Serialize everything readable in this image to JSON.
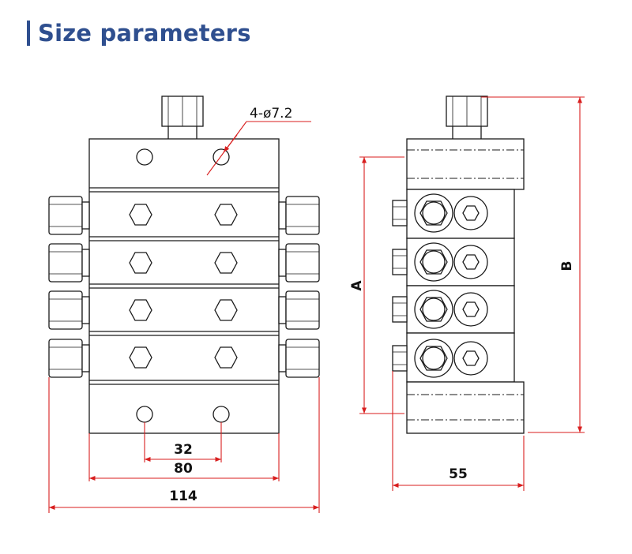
{
  "header": {
    "title": "Size parameters",
    "accent": "#2f4f8f"
  },
  "dimensions": {
    "hole_note": "4-ø7.2",
    "d32": "32",
    "d80": "80",
    "d114": "114",
    "d55": "55",
    "dA": "A",
    "dB": "B"
  },
  "colors": {
    "dimension_line": "#d81e1e",
    "outline": "#1a1a1a"
  }
}
